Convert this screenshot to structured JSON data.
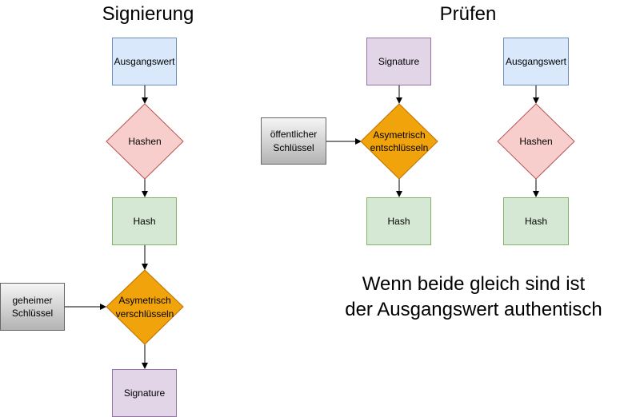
{
  "titles": {
    "left": "Signierung",
    "right": "Prüfen"
  },
  "signing": {
    "input": "Ausgangswert",
    "hash_step": "Hashen",
    "hash_result": "Hash",
    "key": "geheimer Schlüssel",
    "encrypt_step": "Asymetrisch verschlüsseln",
    "output": "Signature"
  },
  "verify": {
    "signature": "Signature",
    "key": "öffentlicher Schlüssel",
    "decrypt_step": "Asymetrisch entschlüsseln",
    "hash_result_a": "Hash",
    "input": "Ausgangswert",
    "hash_step": "Hashen",
    "hash_result_b": "Hash"
  },
  "note": {
    "line1": "Wenn beide gleich sind ist",
    "line2": "der Ausgangswert authentisch"
  },
  "colors": {
    "blue_fill": "#dae8fc",
    "pink_fill": "#f8cecc",
    "green_fill": "#d5e8d4",
    "orange_fill": "#f0a30a",
    "purple_fill": "#e1d5e7",
    "grey_fill": "#d9d9d9"
  }
}
